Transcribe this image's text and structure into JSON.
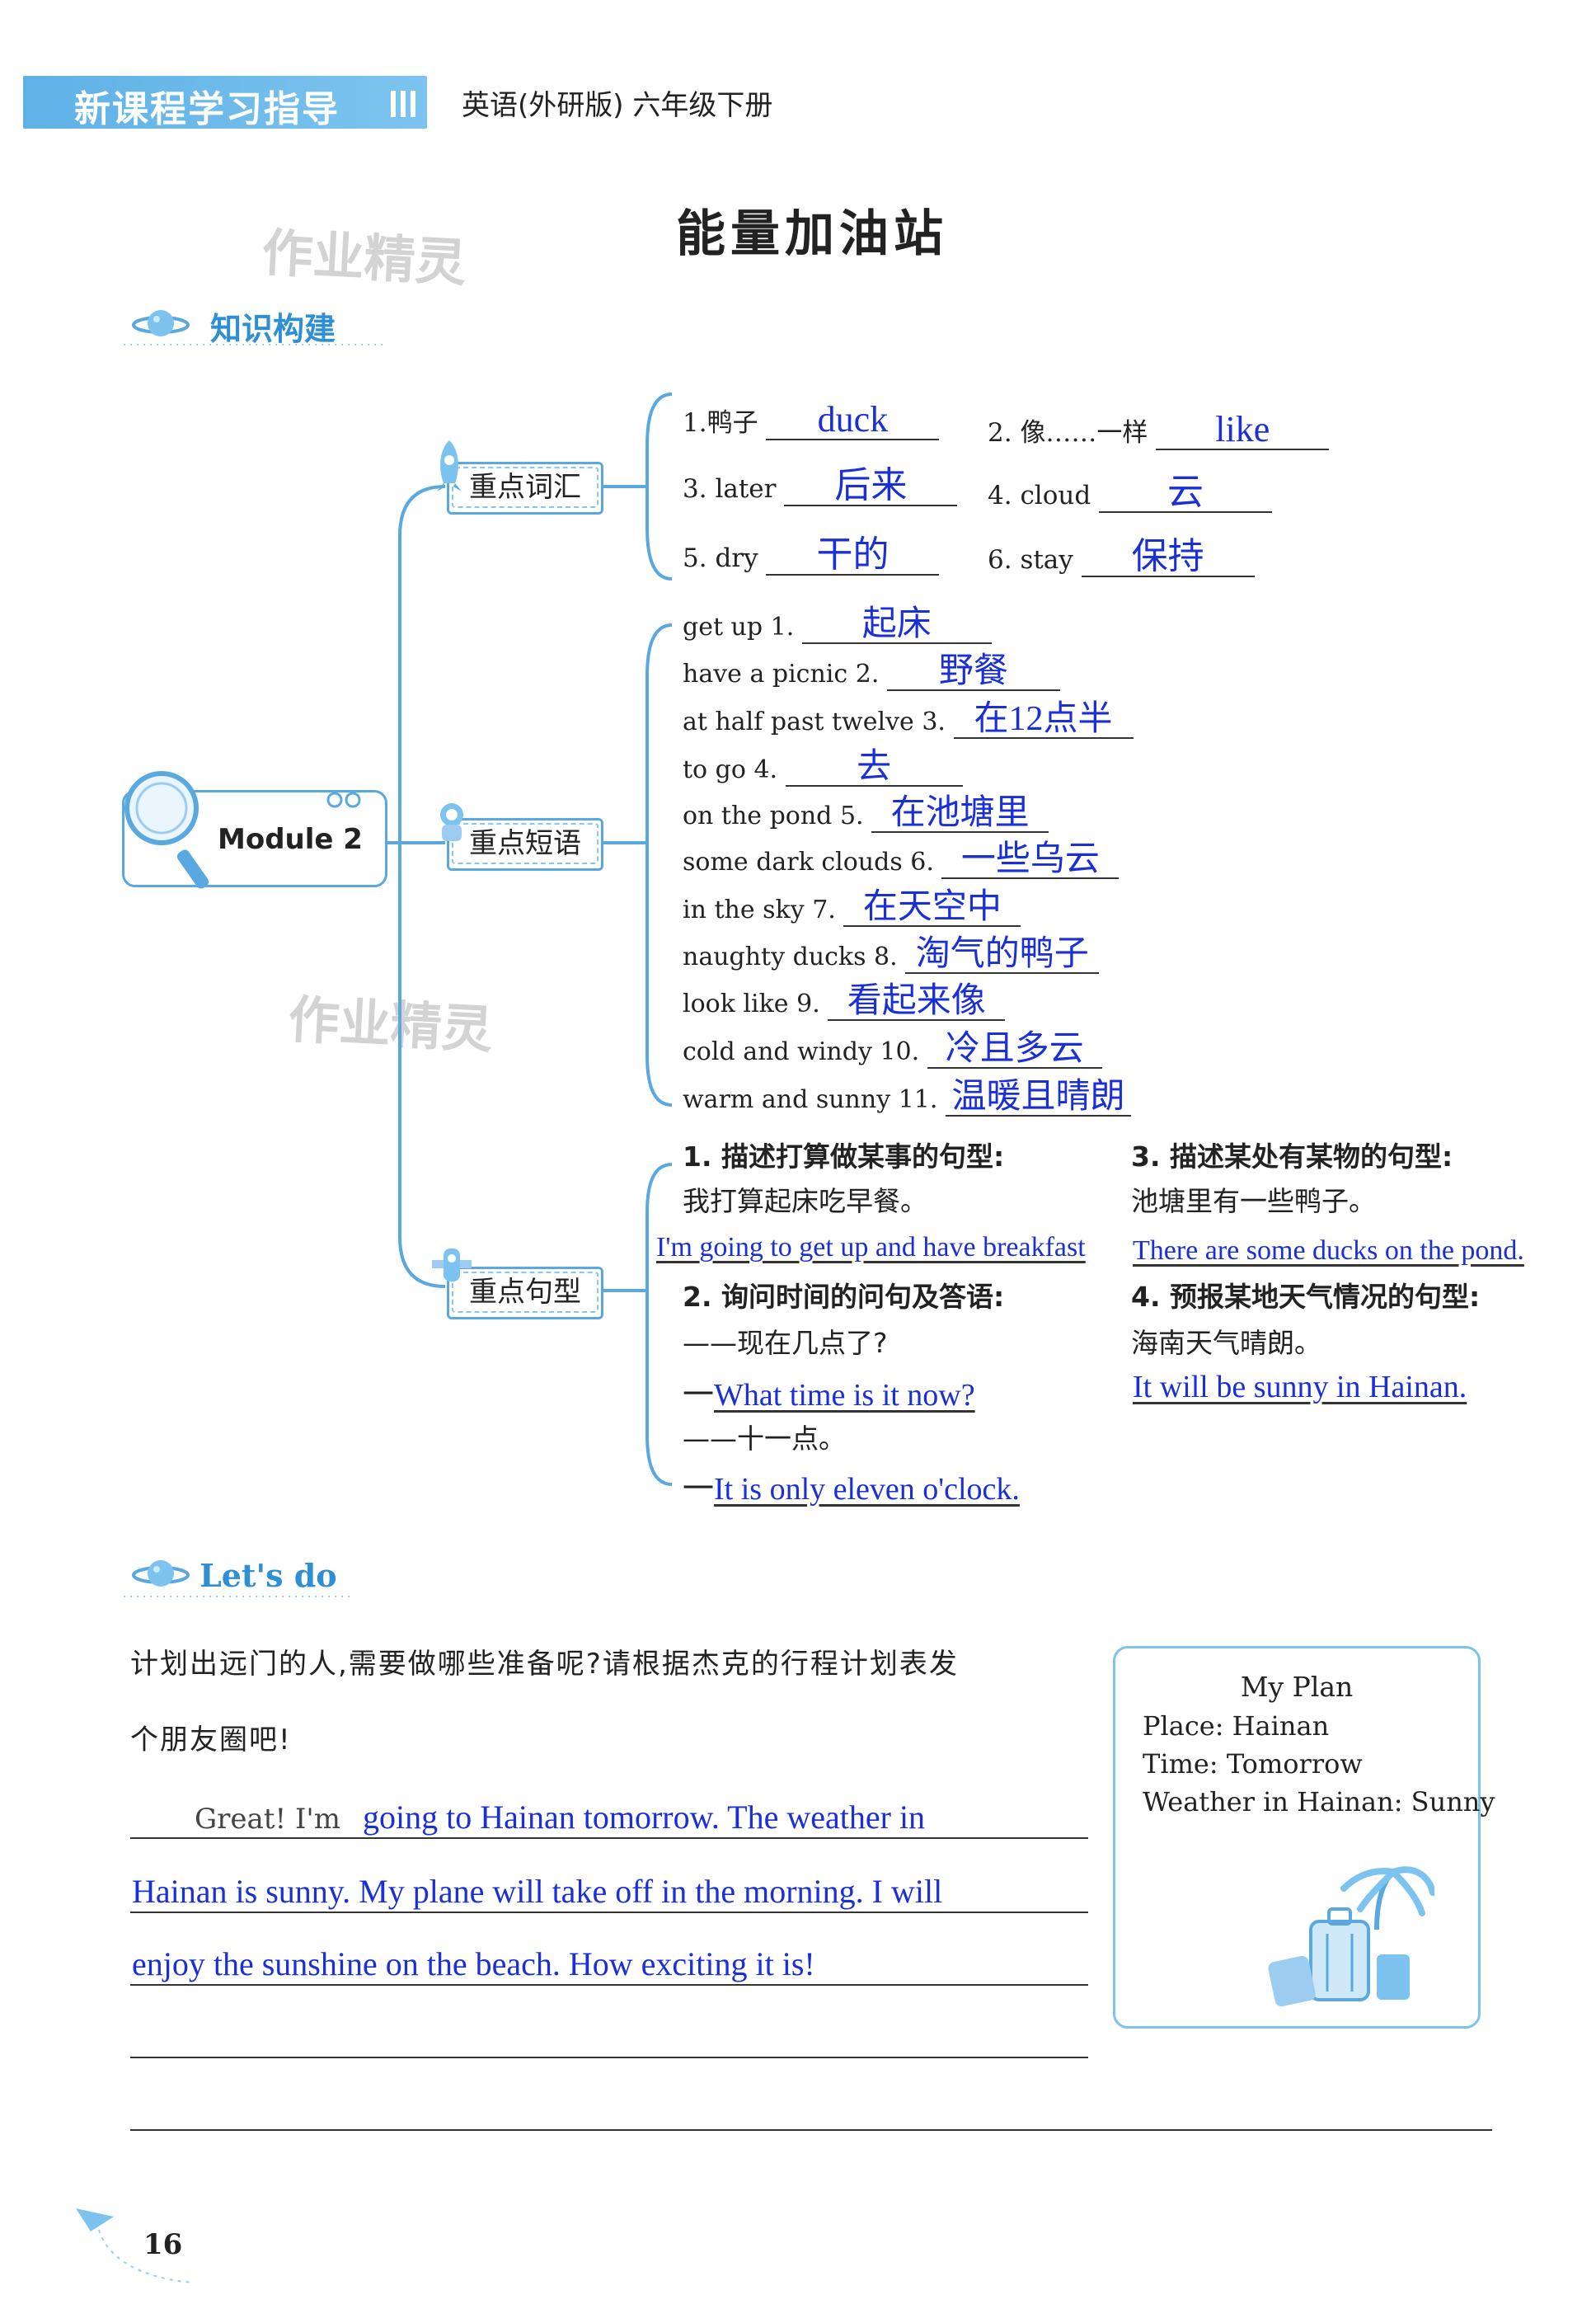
{
  "header": {
    "band_title": "新课程学习指导",
    "subtitle": "英语(外研版)  六年级下册"
  },
  "page_title": "能量加油站",
  "watermark": "作业精灵",
  "section_knowledge": "知识构建",
  "module_label": "Module 2",
  "branches": {
    "vocab": "重点词汇",
    "phrases": "重点短语",
    "sentences": "重点句型"
  },
  "vocab": [
    {
      "num": "1.",
      "prompt": "鸭子",
      "answer": "duck"
    },
    {
      "num": "2.",
      "prompt": "像……一样",
      "answer": "like"
    },
    {
      "num": "3.",
      "prompt": "later",
      "answer": "后来"
    },
    {
      "num": "4.",
      "prompt": "cloud",
      "answer": "云"
    },
    {
      "num": "5.",
      "prompt": "dry",
      "answer": "干的"
    },
    {
      "num": "6.",
      "prompt": "stay",
      "answer": "保持"
    }
  ],
  "phrases": [
    {
      "prompt": "get up",
      "num": "1.",
      "answer": "起床"
    },
    {
      "prompt": "have a picnic",
      "num": "2.",
      "answer": "野餐"
    },
    {
      "prompt": "at half past twelve",
      "num": "3.",
      "answer": "在12点半"
    },
    {
      "prompt": "to go",
      "num": "4.",
      "answer": "去"
    },
    {
      "prompt": "on the pond",
      "num": "5.",
      "answer": "在池塘里"
    },
    {
      "prompt": "some dark clouds",
      "num": "6.",
      "answer": "一些乌云"
    },
    {
      "prompt": "in the sky",
      "num": "7.",
      "answer": "在天空中"
    },
    {
      "prompt": "naughty ducks",
      "num": "8.",
      "answer": "淘气的鸭子"
    },
    {
      "prompt": "look like",
      "num": "9.",
      "answer": "看起来像"
    },
    {
      "prompt": "cold and windy",
      "num": "10.",
      "answer": "冷且多云"
    },
    {
      "prompt": "warm and sunny",
      "num": "11.",
      "answer": "温暖且晴朗"
    }
  ],
  "sentences": {
    "s1_title": "1. 描述打算做某事的句型:",
    "s1_cn": "我打算起床吃早餐。",
    "s1_answer": "I'm going to get up and have breakfast",
    "s2_title": "2. 询问时间的问句及答语:",
    "s2_q_cn": "——现在几点了?",
    "s2_q_dash": "一",
    "s2_q_answer": "What time is it now?",
    "s2_a_cn": "——十一点。",
    "s2_a_dash": "一",
    "s2_a_answer": "It is only eleven o'clock.",
    "s3_title": "3. 描述某处有某物的句型:",
    "s3_cn": "池塘里有一些鸭子。",
    "s3_answer": "There are some ducks on the pond.",
    "s4_title": "4. 预报某地天气情况的句型:",
    "s4_cn": "海南天气晴朗。",
    "s4_answer": "It will be sunny in Hainan."
  },
  "section_letsdo": "Let's do",
  "letsdo": {
    "instruction_line1": "计划出远门的人,需要做哪些准备呢?请根据杰克的行程计划表发",
    "instruction_line2": "个朋友圈吧!",
    "prefix": "Great! I'm",
    "line1_answer": "going to Hainan tomorrow. The weather in",
    "line2_answer": "Hainan is sunny. My plane will take off in the morning. I will",
    "line3_answer": "enjoy the sunshine on the beach. How exciting it is!"
  },
  "plan": {
    "title": "My Plan",
    "place": "Place: Hainan",
    "time": "Time: Tomorrow",
    "weather": "Weather in Hainan: Sunny"
  },
  "page_number": "16",
  "colors": {
    "accent_blue": "#2f8fd4",
    "answer_blue": "#1a2fd6",
    "line_blue": "#5aa8e0"
  }
}
